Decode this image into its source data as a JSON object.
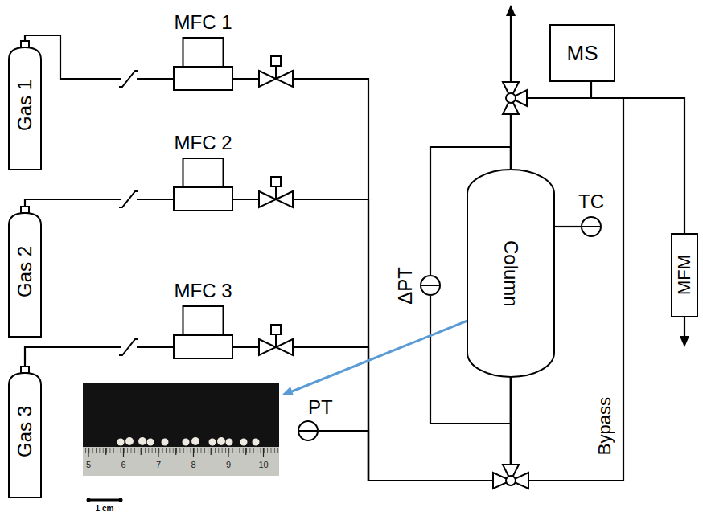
{
  "diagram": {
    "nodes": [
      {
        "text": [
          "Gas 1"
        ]
      },
      {
        "text": [
          "MFC 1"
        ]
      },
      {
        "text": [
          "MS"
        ]
      },
      {
        "text": [
          "Gas 2"
        ]
      },
      {
        "text": [
          "MFC 2"
        ]
      },
      {
        "text": [
          "Column"
        ]
      },
      {
        "text": [
          "TC"
        ]
      },
      {
        "text": [
          "ΔPT"
        ]
      },
      {
        "text": [
          "MFM"
        ]
      },
      {
        "text": [
          "Gas 3"
        ]
      },
      {
        "text": [
          "MFC 3"
        ]
      },
      {
        "text": [
          "PT"
        ]
      }
    ],
    "edges": [
      {
        "from": 0,
        "to": 1,
        "arrow": "none"
      },
      {
        "from": 3,
        "to": 4,
        "arrow": "none"
      },
      {
        "from": 9,
        "to": 10,
        "arrow": "none"
      },
      {
        "from": 1,
        "to": 5,
        "arrow": "none"
      },
      {
        "from": 4,
        "to": 5,
        "arrow": "none"
      },
      {
        "from": 10,
        "to": 5,
        "arrow": "none"
      },
      {
        "from": 11,
        "to": 5,
        "arrow": "none"
      },
      {
        "from": 5,
        "to": 2,
        "arrow": "none"
      },
      {
        "from": 5,
        "to": 8,
        "arrow": "none"
      },
      {
        "from": 5,
        "to": 6,
        "arrow": "none"
      },
      {
        "from": 5,
        "to": 7,
        "arrow": "none"
      },
      {
        "from": 5,
        "to": 7,
        "arrow": "none"
      }
    ],
    "labels": [
      "Bypass",
      "5",
      "6",
      "7",
      "8",
      "9",
      "10",
      "1 cm"
    ]
  }
}
